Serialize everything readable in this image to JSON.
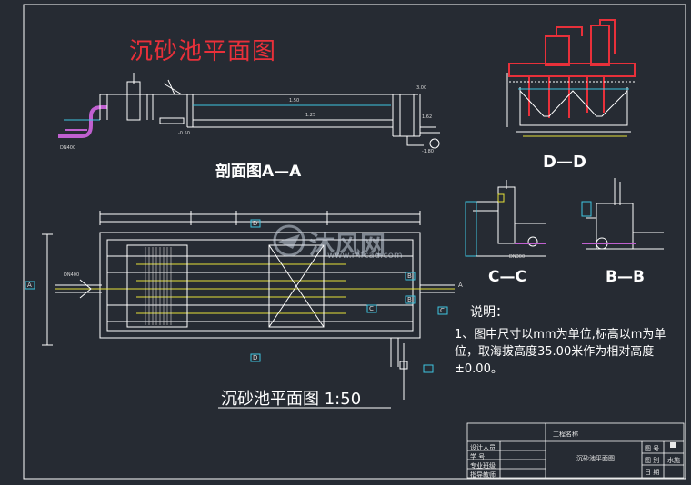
{
  "drawing": {
    "main_title": "沉砂池平面图",
    "section_aa": "剖面图A—A",
    "section_dd": "D—D",
    "section_cc": "C—C",
    "section_bb": "B—B",
    "plan_caption": "沉砂池平面图 1:50",
    "notes_heading": "说明：",
    "note_1": "1、图中尺寸以mm为单位,标高以m为单位，取海拔高度35.00米作为相对高度±0.00。",
    "cut_markers": [
      "A",
      "A",
      "B",
      "B",
      "C",
      "C",
      "D",
      "D"
    ],
    "elevations": [
      "3.00",
      "1.50",
      "1.25",
      "-0.50",
      "1.62",
      "-1.80",
      "DN400",
      "DN300"
    ]
  },
  "watermark": {
    "brand": "沐风网",
    "url": "www.mfcad.com"
  },
  "title_block": {
    "project_label": "工程名称",
    "drawing_name": "沉砂池平面图",
    "rows": [
      "设计人员",
      "学 号",
      "专业班级",
      "指导教师"
    ],
    "right_labels": [
      "图 号",
      "图 别",
      "日 期"
    ],
    "right_values": [
      "",
      "水施",
      ""
    ]
  },
  "colors": {
    "background": "#262b33",
    "line": "#ffffff",
    "pipe": "#c060d0",
    "accent": "#3ec6e0",
    "red": "#e8303a",
    "yellow": "#e6e23a"
  }
}
